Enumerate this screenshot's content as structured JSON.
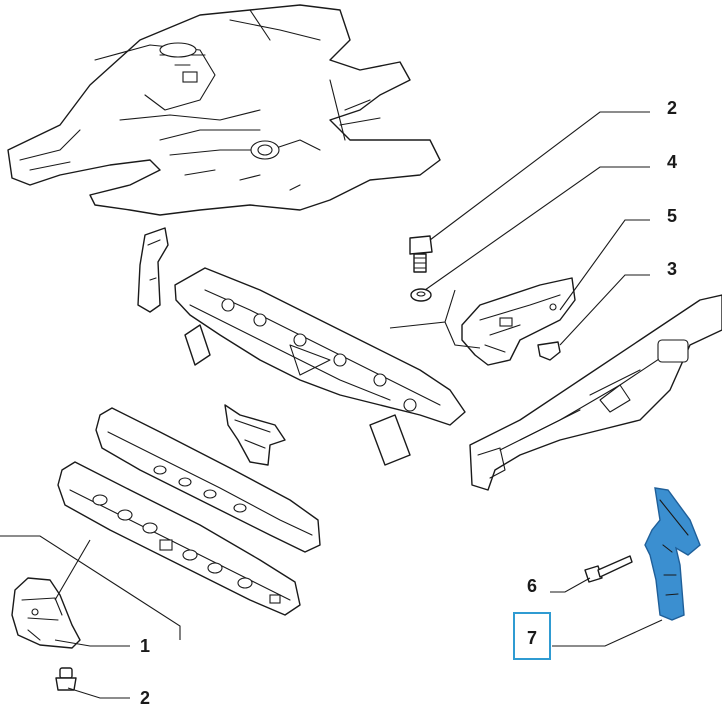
{
  "callouts": [
    {
      "id": "c2a",
      "number": "2"
    },
    {
      "id": "c4",
      "number": "4"
    },
    {
      "id": "c5",
      "number": "5"
    },
    {
      "id": "c3",
      "number": "3"
    },
    {
      "id": "c6",
      "number": "6"
    },
    {
      "id": "c7",
      "number": "7"
    },
    {
      "id": "c1",
      "number": "1"
    },
    {
      "id": "c2b",
      "number": "2"
    }
  ],
  "colors": {
    "line": "#1a1a1a",
    "highlight_part": "#3b8fd0",
    "highlight_box": "#2f9bd2"
  },
  "highlighted_callout": "7"
}
